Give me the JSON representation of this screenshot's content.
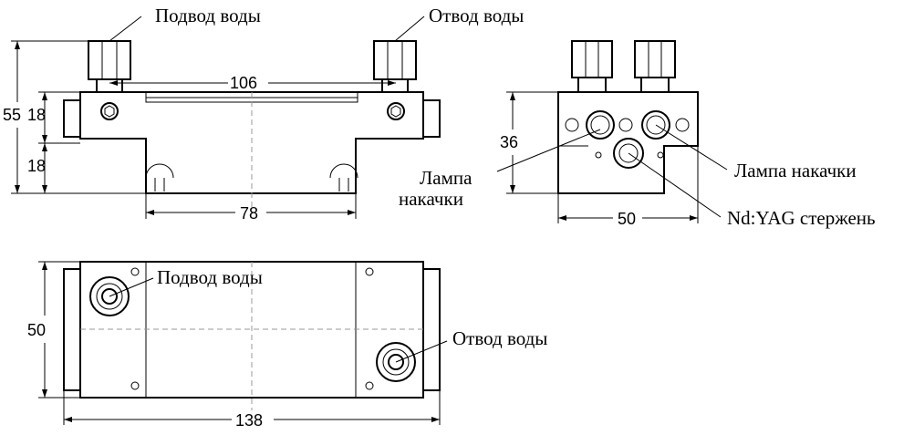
{
  "labels": {
    "water_in_top": "Подвод воды",
    "water_out_top": "Отвод воды",
    "lamp_left_line1": "Лампа",
    "lamp_left_line2": "накачки",
    "lamp_right": "Лампа накачки",
    "rod": "Nd:YAG стержень",
    "water_in_plan": "Подвод воды",
    "water_out_plan": "Отвод воды"
  },
  "dimensions": {
    "top_width": "106",
    "left_total_height": "55",
    "left_upper": "18",
    "left_lower": "18",
    "bottom_width": "78",
    "side_height": "36",
    "side_width": "50",
    "plan_height": "50",
    "plan_length": "138"
  }
}
